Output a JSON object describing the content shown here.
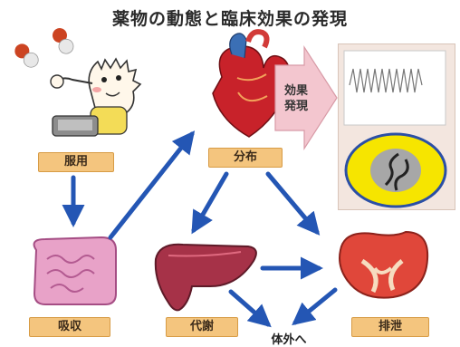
{
  "title": "薬物の動態と臨床効果の発現",
  "labels": {
    "oral": "服用",
    "distribution": "分布",
    "absorption": "吸収",
    "metabolism": "代謝",
    "excretion": "排泄",
    "out_of_body": "体外へ"
  },
  "effect": {
    "line1": "効果",
    "line2": "発現"
  },
  "colors": {
    "arrow": "#2456b4",
    "label_bg": "#f4c57e",
    "effect_arrow": "#f3c6cf",
    "panel_bg": "#f3e6df"
  },
  "icons": [
    "capsule-icon",
    "person-taking-medicine-icon",
    "heart-icon",
    "intestine-icon",
    "liver-icon",
    "kidney-icon",
    "waveform-icon",
    "cell-icon"
  ]
}
